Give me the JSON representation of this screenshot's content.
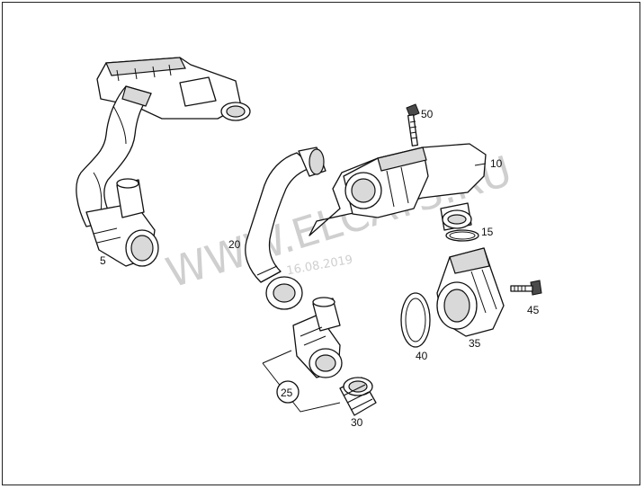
{
  "watermark": {
    "text": "WWW.ELCATS.RU",
    "date": "16.08.2019"
  },
  "callouts": [
    {
      "id": "5",
      "label": "5"
    },
    {
      "id": "10",
      "label": "10"
    },
    {
      "id": "15",
      "label": "15"
    },
    {
      "id": "20",
      "label": "20"
    },
    {
      "id": "25",
      "label": "25"
    },
    {
      "id": "30",
      "label": "30"
    },
    {
      "id": "35",
      "label": "35"
    },
    {
      "id": "40",
      "label": "40"
    },
    {
      "id": "45",
      "label": "45"
    },
    {
      "id": "50",
      "label": "50"
    }
  ]
}
